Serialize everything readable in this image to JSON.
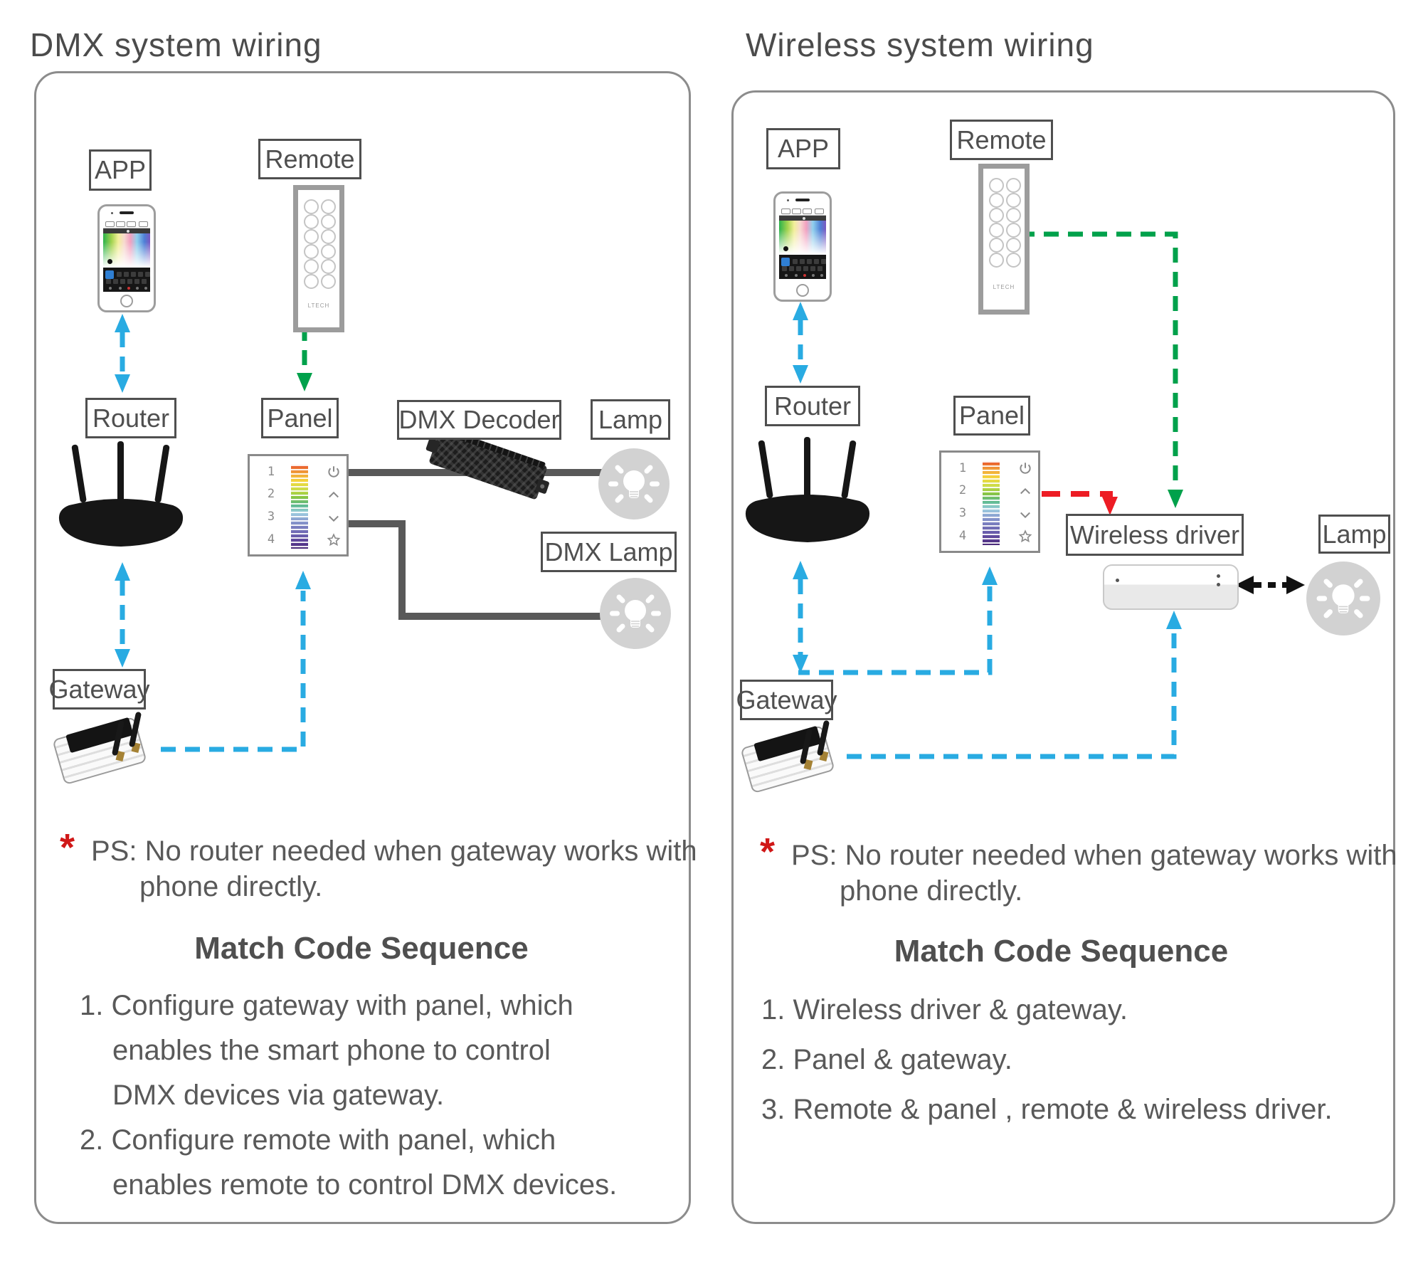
{
  "left": {
    "title": "DMX system wiring",
    "labels": {
      "app": "APP",
      "remote": "Remote",
      "router": "Router",
      "panel": "Panel",
      "decoder": "DMX Decoder",
      "lamp": "Lamp",
      "dmx_lamp": "DMX Lamp",
      "gateway": "Gateway"
    },
    "note": {
      "star": "*",
      "line1": "PS: No router needed when gateway works with",
      "line2": "phone directly."
    },
    "match_code": {
      "title": "Match Code Sequence",
      "lines": [
        {
          "text": "1. Configure gateway with panel, which"
        },
        {
          "text": "enables the smart phone to control"
        },
        {
          "text": "DMX devices via gateway."
        },
        {
          "text": "2. Configure remote with panel, which"
        },
        {
          "text": "enables remote to control DMX devices."
        }
      ]
    }
  },
  "right": {
    "title": "Wireless system wiring",
    "labels": {
      "app": "APP",
      "remote": "Remote",
      "router": "Router",
      "panel": "Panel",
      "wireless_driver": "Wireless driver",
      "lamp": "Lamp",
      "gateway": "Gateway"
    },
    "note": {
      "star": "*",
      "line1": "PS: No router needed when gateway works with",
      "line2": "phone directly."
    },
    "match_code": {
      "title": "Match Code Sequence",
      "lines": [
        {
          "text": "1. Wireless driver & gateway."
        },
        {
          "text": "2. Panel & gateway."
        },
        {
          "text": "3. Remote & panel , remote & wireless driver."
        }
      ]
    }
  },
  "panel_device": {
    "channels": [
      "1",
      "2",
      "3",
      "4"
    ],
    "icons": [
      "power-icon",
      "brightness-up-icon",
      "brightness-down-icon",
      "favorite-star-icon"
    ]
  },
  "remote_device": {
    "brand": "LTECH",
    "button_rows": 6,
    "button_cols": 2
  },
  "colors": {
    "blue": "#29abe2",
    "green": "#00a14b",
    "red": "#ed1c24",
    "wire": "#595959",
    "label_border": "#4f4f4f",
    "text": "#595959",
    "lamp": "#d2d2d2"
  }
}
